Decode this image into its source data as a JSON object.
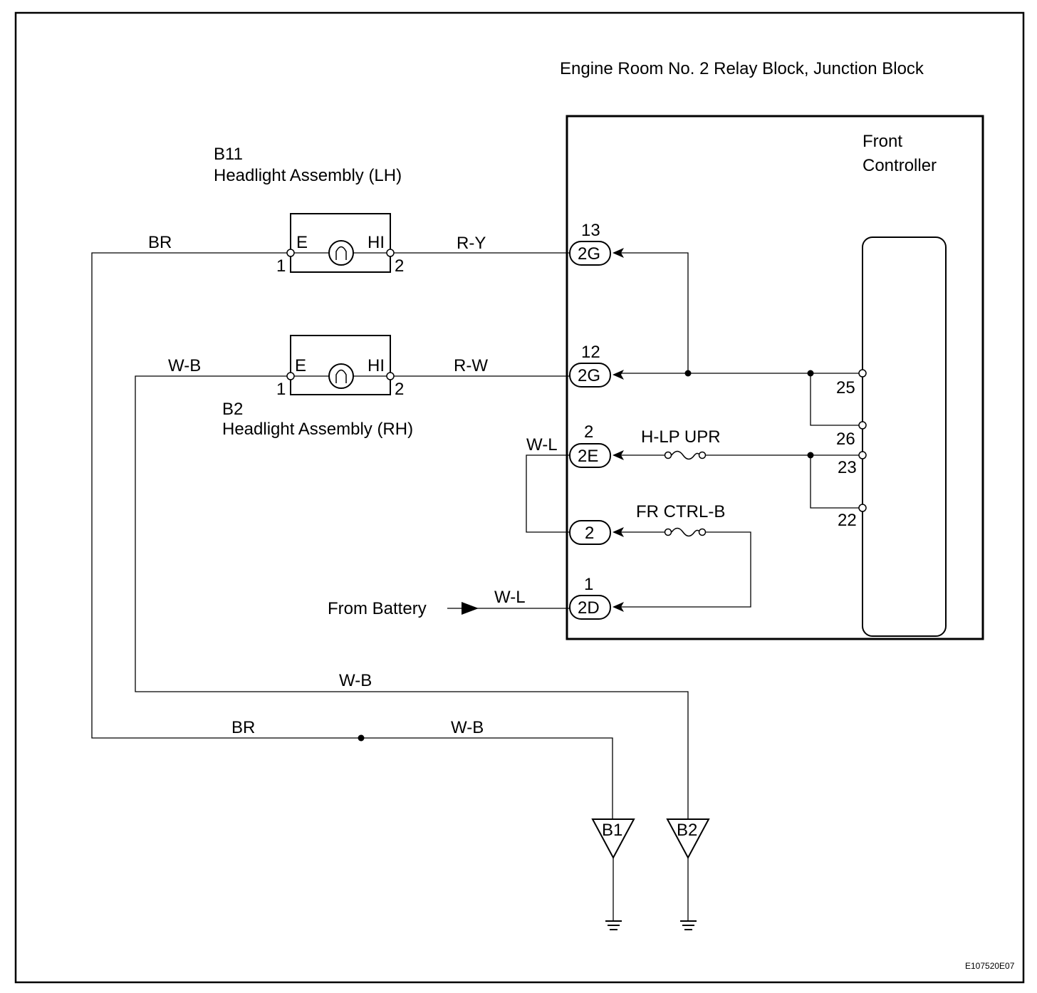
{
  "relay_block": {
    "title": "Engine Room No. 2 Relay Block, Junction Block",
    "controller_label_line1": "Front",
    "controller_label_line2": "Controller"
  },
  "headlight_lh": {
    "code": "B11",
    "name": "Headlight Assembly (LH)",
    "pin_e_label": "E",
    "pin_hi_label": "HI",
    "pin_e_number": "1",
    "pin_hi_number": "2"
  },
  "headlight_rh": {
    "code": "B2",
    "name": "Headlight Assembly (RH)",
    "pin_e_label": "E",
    "pin_hi_label": "HI",
    "pin_e_number": "1",
    "pin_hi_number": "2"
  },
  "connectors": [
    {
      "pin": "13",
      "label": "2G"
    },
    {
      "pin": "12",
      "label": "2G"
    },
    {
      "pin": "2",
      "label": "2E"
    },
    {
      "pin": "",
      "label": "2"
    },
    {
      "pin": "1",
      "label": "2D"
    }
  ],
  "fuses": {
    "h_lp_upr": "H-LP UPR",
    "fr_ctrl_b": "FR CTRL-B"
  },
  "controller_pins": [
    "25",
    "26",
    "23",
    "22"
  ],
  "wires": {
    "br_top": "BR",
    "wb_top": "W-B",
    "ry": "R-Y",
    "rw": "R-W",
    "wl_top": "W-L",
    "wl_battery": "W-L",
    "wb_mid": "W-B",
    "br_bottom": "BR",
    "wb_bottom": "W-B"
  },
  "battery_label": "From Battery",
  "grounds": [
    "B1",
    "B2"
  ],
  "figure_id": "E107520E07"
}
